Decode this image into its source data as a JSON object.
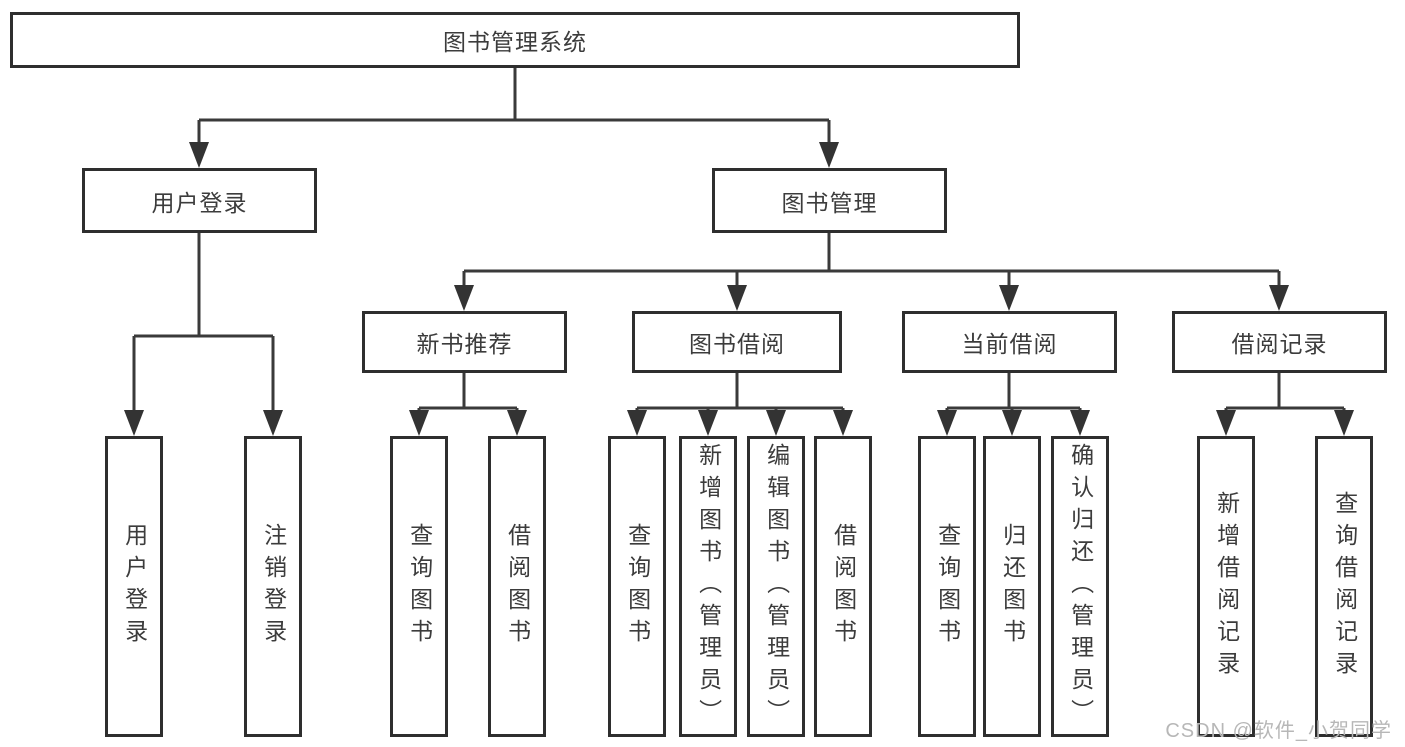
{
  "tree": {
    "label": "图书管理系统",
    "children": [
      {
        "label": "用户登录",
        "children": [
          {
            "label": "用户登录"
          },
          {
            "label": "注销登录"
          }
        ]
      },
      {
        "label": "图书管理",
        "children": [
          {
            "label": "新书推荐",
            "children": [
              {
                "label": "查询图书"
              },
              {
                "label": "借阅图书"
              }
            ]
          },
          {
            "label": "图书借阅",
            "children": [
              {
                "label": "查询图书"
              },
              {
                "label": "新增图书（管理员）"
              },
              {
                "label": "编辑图书（管理员）"
              },
              {
                "label": "借阅图书"
              }
            ]
          },
          {
            "label": "当前借阅",
            "children": [
              {
                "label": "查询图书"
              },
              {
                "label": "归还图书"
              },
              {
                "label": "确认归还（管理员）"
              }
            ]
          },
          {
            "label": "借阅记录",
            "children": [
              {
                "label": "新增借阅记录"
              },
              {
                "label": "查询借阅记录"
              }
            ]
          }
        ]
      }
    ]
  },
  "watermark": {
    "text": "CSDN @软件_小贺同学"
  },
  "colors": {
    "line": "#3a3a3a",
    "box_border": "#2e2e2e",
    "box_fill": "#ffffff",
    "text": "#3c3c3c",
    "watermark": "#b7b7b7",
    "background": "#ffffff"
  }
}
